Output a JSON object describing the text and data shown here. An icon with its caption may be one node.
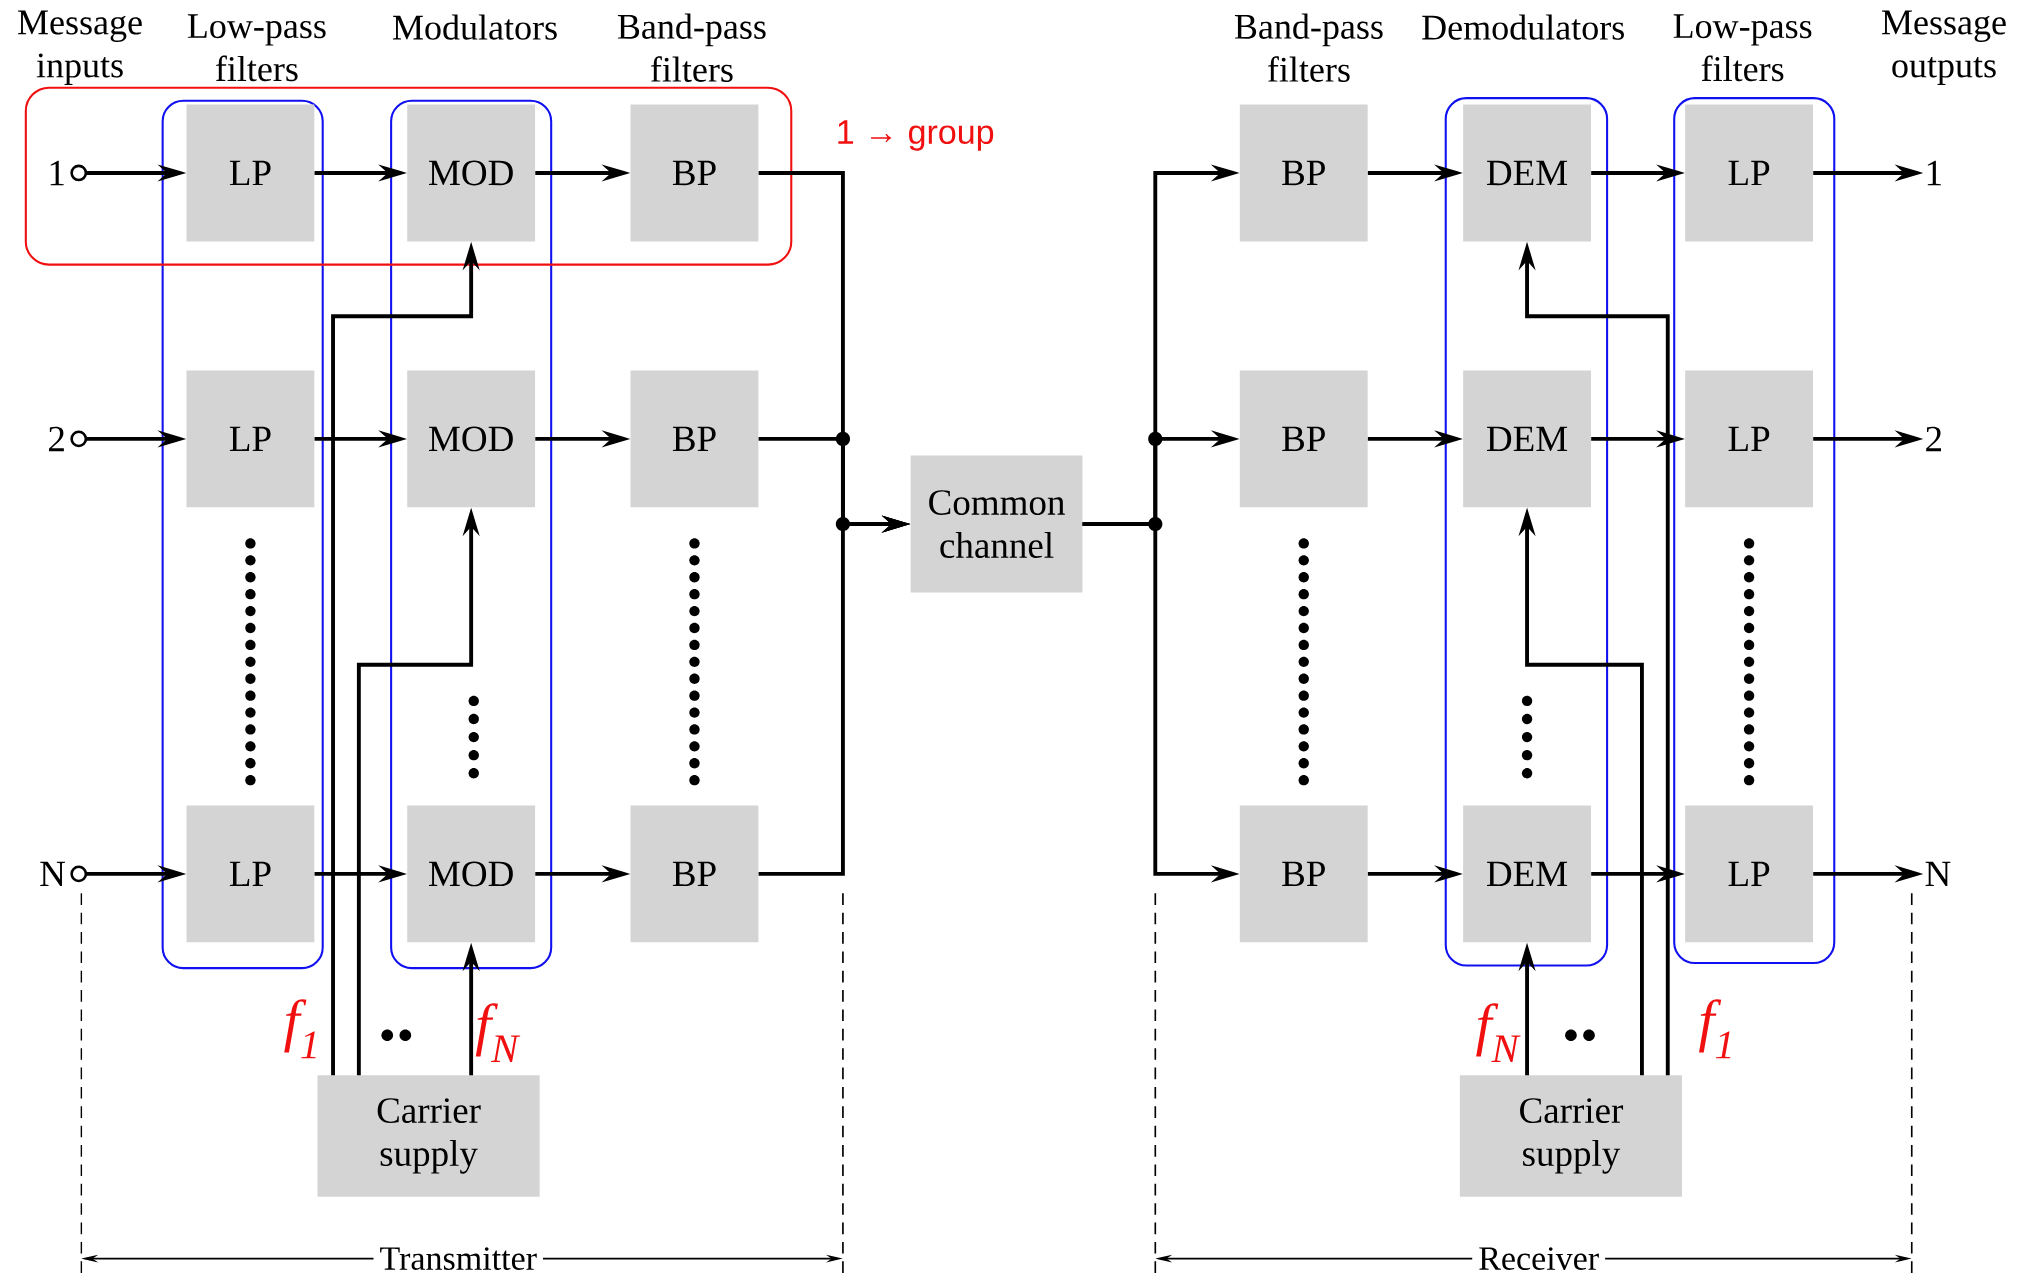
{
  "diagram": {
    "nodes": [
      {
        "text": [
          "1"
        ]
      },
      {
        "text": [
          "2"
        ]
      },
      {
        "text": [
          "N"
        ]
      },
      {
        "text": [
          "LP"
        ]
      },
      {
        "text": [
          "LP"
        ]
      },
      {
        "text": [
          "LP"
        ]
      },
      {
        "text": [
          "MOD"
        ]
      },
      {
        "text": [
          "MOD"
        ]
      },
      {
        "text": [
          "MOD"
        ]
      },
      {
        "text": [
          "BP"
        ]
      },
      {
        "text": [
          "BP"
        ]
      },
      {
        "text": [
          "BP"
        ]
      },
      {
        "text": [
          "Common channel"
        ]
      },
      {
        "text": [
          "Carrier supply"
        ]
      },
      {
        "text": [
          "BP"
        ]
      },
      {
        "text": [
          "BP"
        ]
      },
      {
        "text": [
          "BP"
        ]
      },
      {
        "text": [
          "DEM"
        ]
      },
      {
        "text": [
          "DEM"
        ]
      },
      {
        "text": [
          "DEM"
        ]
      },
      {
        "text": [
          "LP"
        ]
      },
      {
        "text": [
          "LP"
        ]
      },
      {
        "text": [
          "LP"
        ]
      },
      {
        "text": [
          "1"
        ]
      },
      {
        "text": [
          "2"
        ]
      },
      {
        "text": [
          "N"
        ]
      },
      {
        "text": [
          "Carrier supply"
        ]
      }
    ],
    "edges": [
      {
        "from": 0,
        "to": 3,
        "arrow": "to"
      },
      {
        "from": 3,
        "to": 6,
        "arrow": "to"
      },
      {
        "from": 6,
        "to": 9,
        "arrow": "to"
      },
      {
        "from": 1,
        "to": 4,
        "arrow": "to"
      },
      {
        "from": 4,
        "to": 7,
        "arrow": "to"
      },
      {
        "from": 7,
        "to": 10,
        "arrow": "to"
      },
      {
        "from": 2,
        "to": 5,
        "arrow": "to"
      },
      {
        "from": 5,
        "to": 8,
        "arrow": "to"
      },
      {
        "from": 8,
        "to": 11,
        "arrow": "to"
      },
      {
        "from": 9,
        "to": 12,
        "arrow": "to"
      },
      {
        "from": 10,
        "to": 12,
        "arrow": "to"
      },
      {
        "from": 11,
        "to": 12,
        "arrow": "to"
      },
      {
        "from": 13,
        "to": 6,
        "arrow": "to"
      },
      {
        "from": 13,
        "to": 7,
        "arrow": "to"
      },
      {
        "from": 13,
        "to": 8,
        "arrow": "to"
      },
      {
        "from": 12,
        "to": 14,
        "arrow": "to"
      },
      {
        "from": 12,
        "to": 15,
        "arrow": "to"
      },
      {
        "from": 12,
        "to": 16,
        "arrow": "to"
      },
      {
        "from": 14,
        "to": 17,
        "arrow": "to"
      },
      {
        "from": 17,
        "to": 20,
        "arrow": "to"
      },
      {
        "from": 20,
        "to": 23,
        "arrow": "to"
      },
      {
        "from": 15,
        "to": 18,
        "arrow": "to"
      },
      {
        "from": 18,
        "to": 21,
        "arrow": "to"
      },
      {
        "from": 21,
        "to": 24,
        "arrow": "to"
      },
      {
        "from": 16,
        "to": 19,
        "arrow": "to"
      },
      {
        "from": 19,
        "to": 22,
        "arrow": "to"
      },
      {
        "from": 22,
        "to": 25,
        "arrow": "to"
      },
      {
        "from": 26,
        "to": 17,
        "arrow": "to"
      },
      {
        "from": 26,
        "to": 18,
        "arrow": "to"
      },
      {
        "from": 26,
        "to": 19,
        "arrow": "to"
      }
    ],
    "labels": [
      "Message inputs",
      "Low-pass filters",
      "Modulators",
      "Band-pass filters",
      "Band-pass filters",
      "Demodulators",
      "Low-pass filters",
      "Message outputs",
      "1 → group",
      "f$_{1}$",
      "f$_{N}$",
      "f$_{N}$",
      "f$_{1}$",
      "Transmitter",
      "Receiver"
    ]
  }
}
